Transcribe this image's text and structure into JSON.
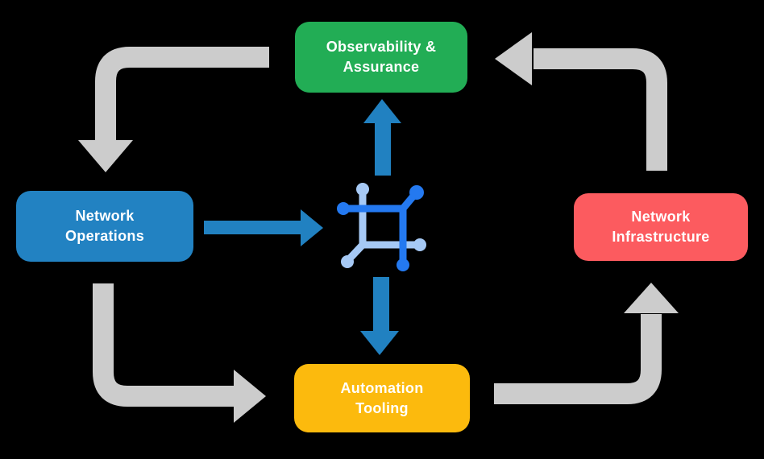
{
  "diagram": {
    "title": "Network operations cycle diagram",
    "background_color": "#000000",
    "nodes": [
      {
        "id": "observability",
        "label": "Observability &\nAssurance",
        "color": "#22AD55",
        "position": "top-center"
      },
      {
        "id": "network-operations",
        "label": "Network\nOperations",
        "color": "#2282C2",
        "position": "middle-left"
      },
      {
        "id": "network-infrastructure",
        "label": "Network\nInfrastructure",
        "color": "#FC5B5F",
        "position": "middle-right"
      },
      {
        "id": "automation-tooling",
        "label": "Automation\nTooling",
        "color": "#FCBA0D",
        "position": "bottom-center"
      }
    ],
    "cycle_arrows": {
      "color": "#CCCCCC",
      "items": [
        {
          "from": "observability",
          "to": "network-operations",
          "shape": "left-then-down"
        },
        {
          "from": "network-operations",
          "to": "automation-tooling",
          "shape": "down-then-right"
        },
        {
          "from": "automation-tooling",
          "to": "network-infrastructure",
          "shape": "right-then-up"
        },
        {
          "from": "network-infrastructure",
          "to": "observability",
          "shape": "up-then-left"
        }
      ]
    },
    "center_arrows": {
      "color": "#2181C1",
      "items": [
        {
          "from": "network-operations",
          "to": "center-icon",
          "direction": "right"
        },
        {
          "from": "center-icon",
          "to": "observability",
          "direction": "up"
        },
        {
          "from": "center-icon",
          "to": "automation-tooling",
          "direction": "down"
        }
      ]
    },
    "center_icon": {
      "name": "network-fabric-icon",
      "dark_color": "#2479F0",
      "light_color": "#A6C9F5"
    },
    "text_color": "#FFFFFF"
  }
}
